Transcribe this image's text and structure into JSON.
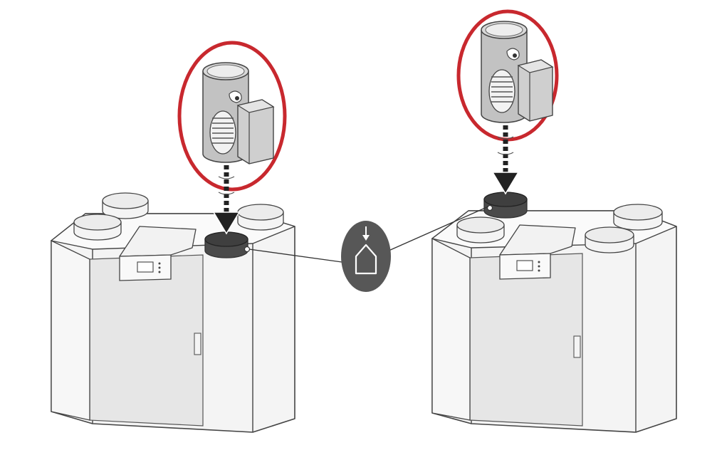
{
  "figure": {
    "description_labels": [],
    "colors": {
      "highlight_ring": "#c8282e",
      "outline": "#444444",
      "unit_face": "#f4f4f4",
      "unit_door": "#e6e6e6",
      "unit_side": "#fafafa",
      "spigot_top": "#ececec",
      "dark_spigot": "#3f3f3f",
      "heater_body": "#bdbdbd",
      "heater_box": "#cfcfcf",
      "badge": "#575757",
      "badge_icon": "#ffffff"
    },
    "icons": {
      "badge": "supply-air-to-house-icon",
      "heater": "preheater-coil-icon",
      "arrow": "insert-down-arrow-icon"
    },
    "units": [
      {
        "id": "left-unit",
        "spigot_highlight": "front-right"
      },
      {
        "id": "right-unit",
        "spigot_highlight": "rear-left"
      }
    ]
  }
}
